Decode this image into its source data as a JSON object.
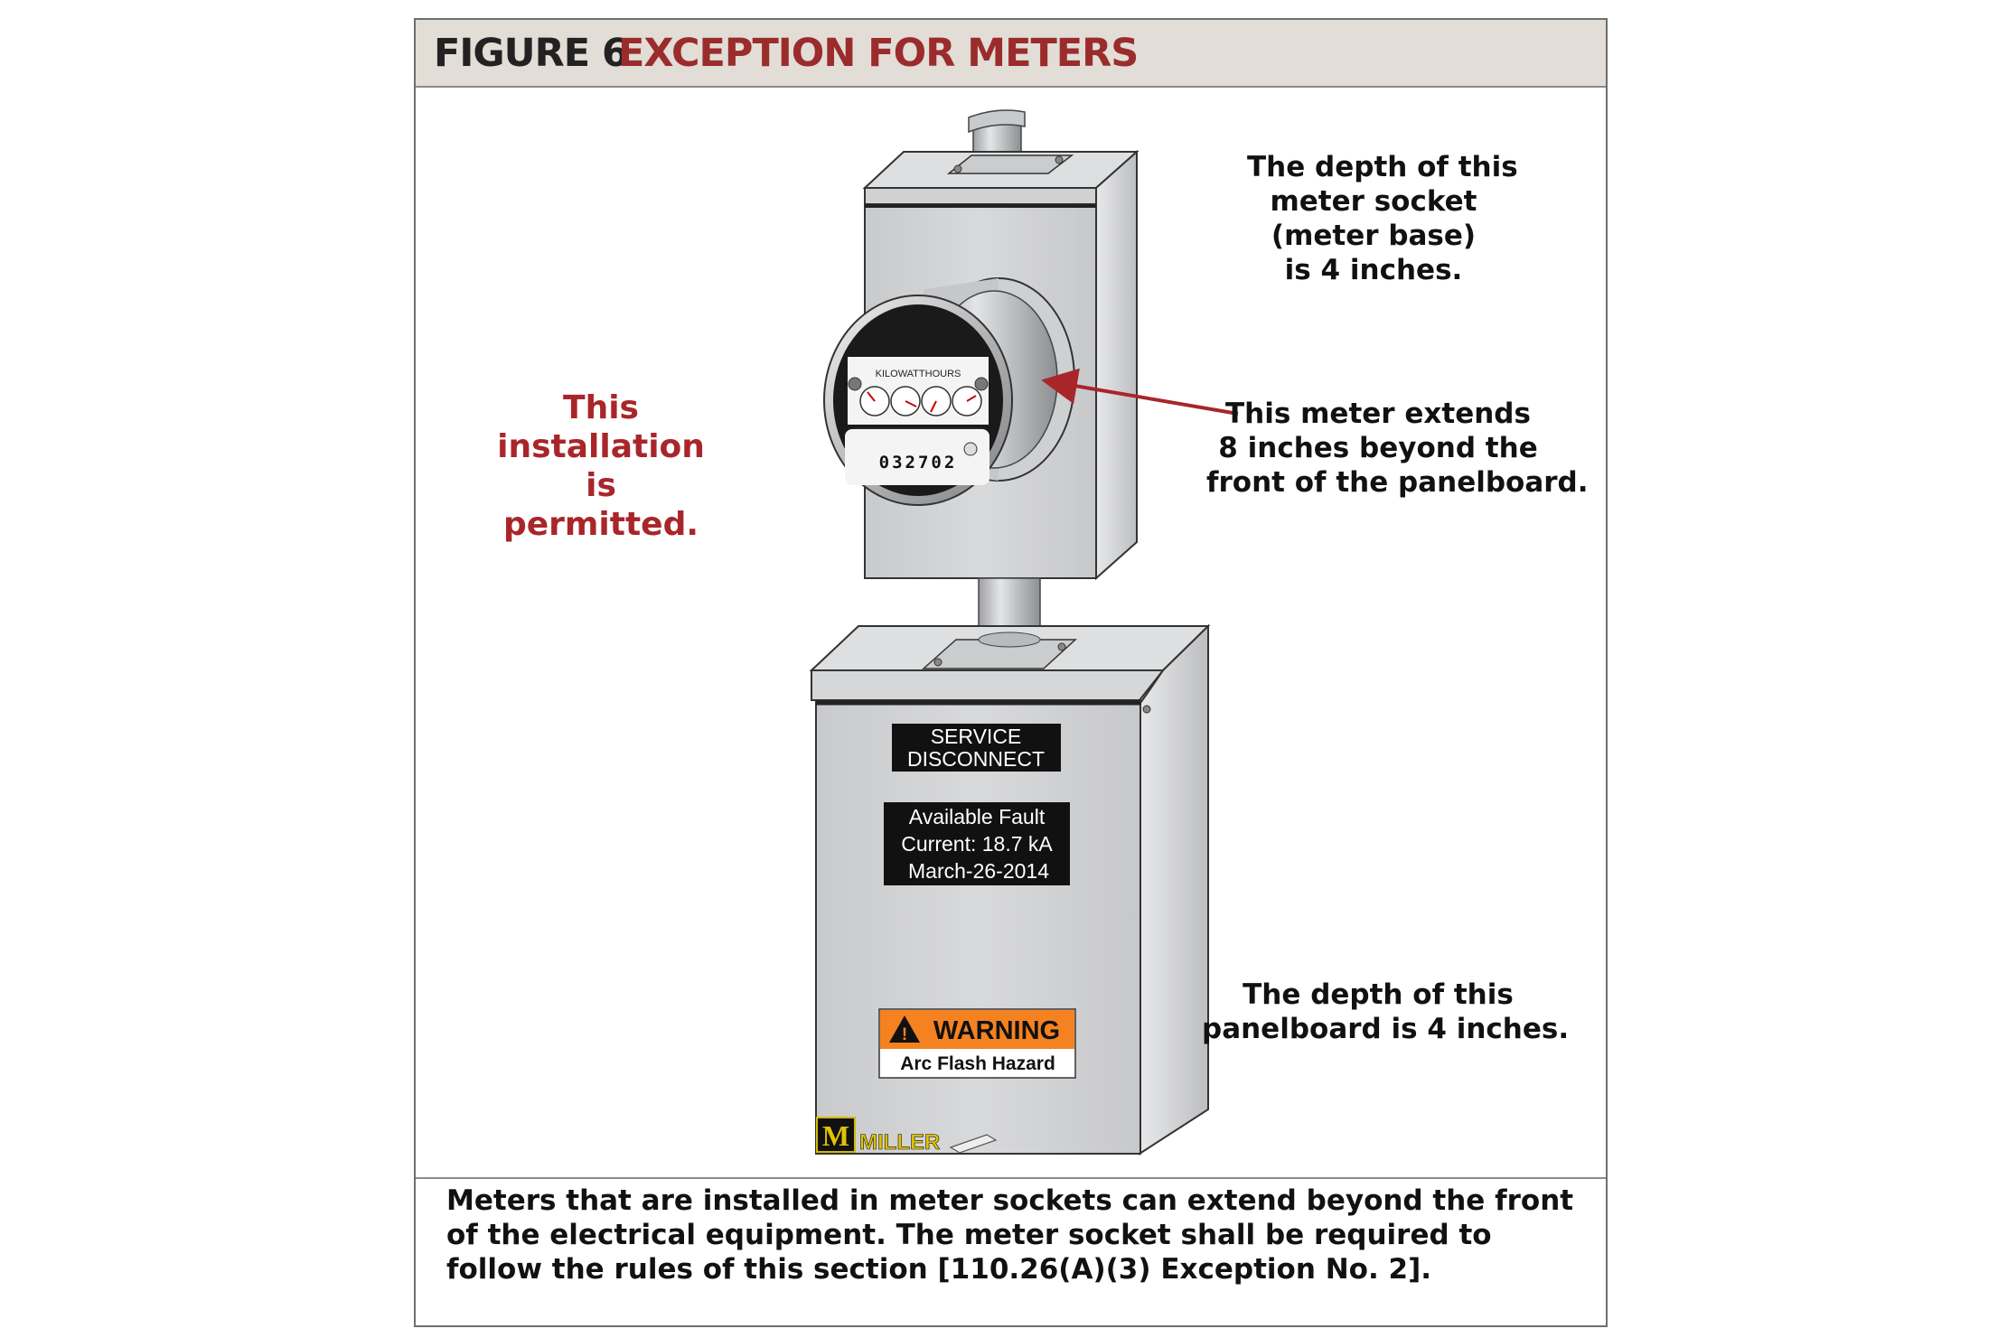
{
  "figure": {
    "number_label": "FIGURE 6",
    "title": "EXCEPTION FOR METERS",
    "title_color": "#9b2c2c"
  },
  "notes": {
    "socket_depth": [
      "The depth of this",
      "meter socket",
      "(meter base)",
      "is 4 inches."
    ],
    "meter_extends": [
      "This meter extends",
      "8 inches beyond the",
      "front of the panelboard."
    ],
    "panel_depth": [
      "The depth of this",
      "panelboard is 4 inches."
    ],
    "permitted": [
      "This",
      "installation is",
      "permitted."
    ]
  },
  "meter": {
    "dial_label": "KILOWATTHOURS",
    "reading": "032702"
  },
  "panel_labels": {
    "service": [
      "SERVICE",
      "DISCONNECT"
    ],
    "fault": [
      "Available Fault",
      "Current: 18.7 kA",
      "March-26-2014"
    ],
    "warning_title": "WARNING",
    "warning_sub": "Arc Flash Hazard"
  },
  "logo_text": "MILLER",
  "caption": "Meters that are installed in meter sockets can extend beyond the front of the electrical equipment. The meter socket shall be required to follow the rules of this section [110.26(A)(3) Exception No. 2].",
  "colors": {
    "accent_red": "#a8262a",
    "enclosure_gray": "#d4d5d7",
    "warning_orange": "#f58220"
  }
}
